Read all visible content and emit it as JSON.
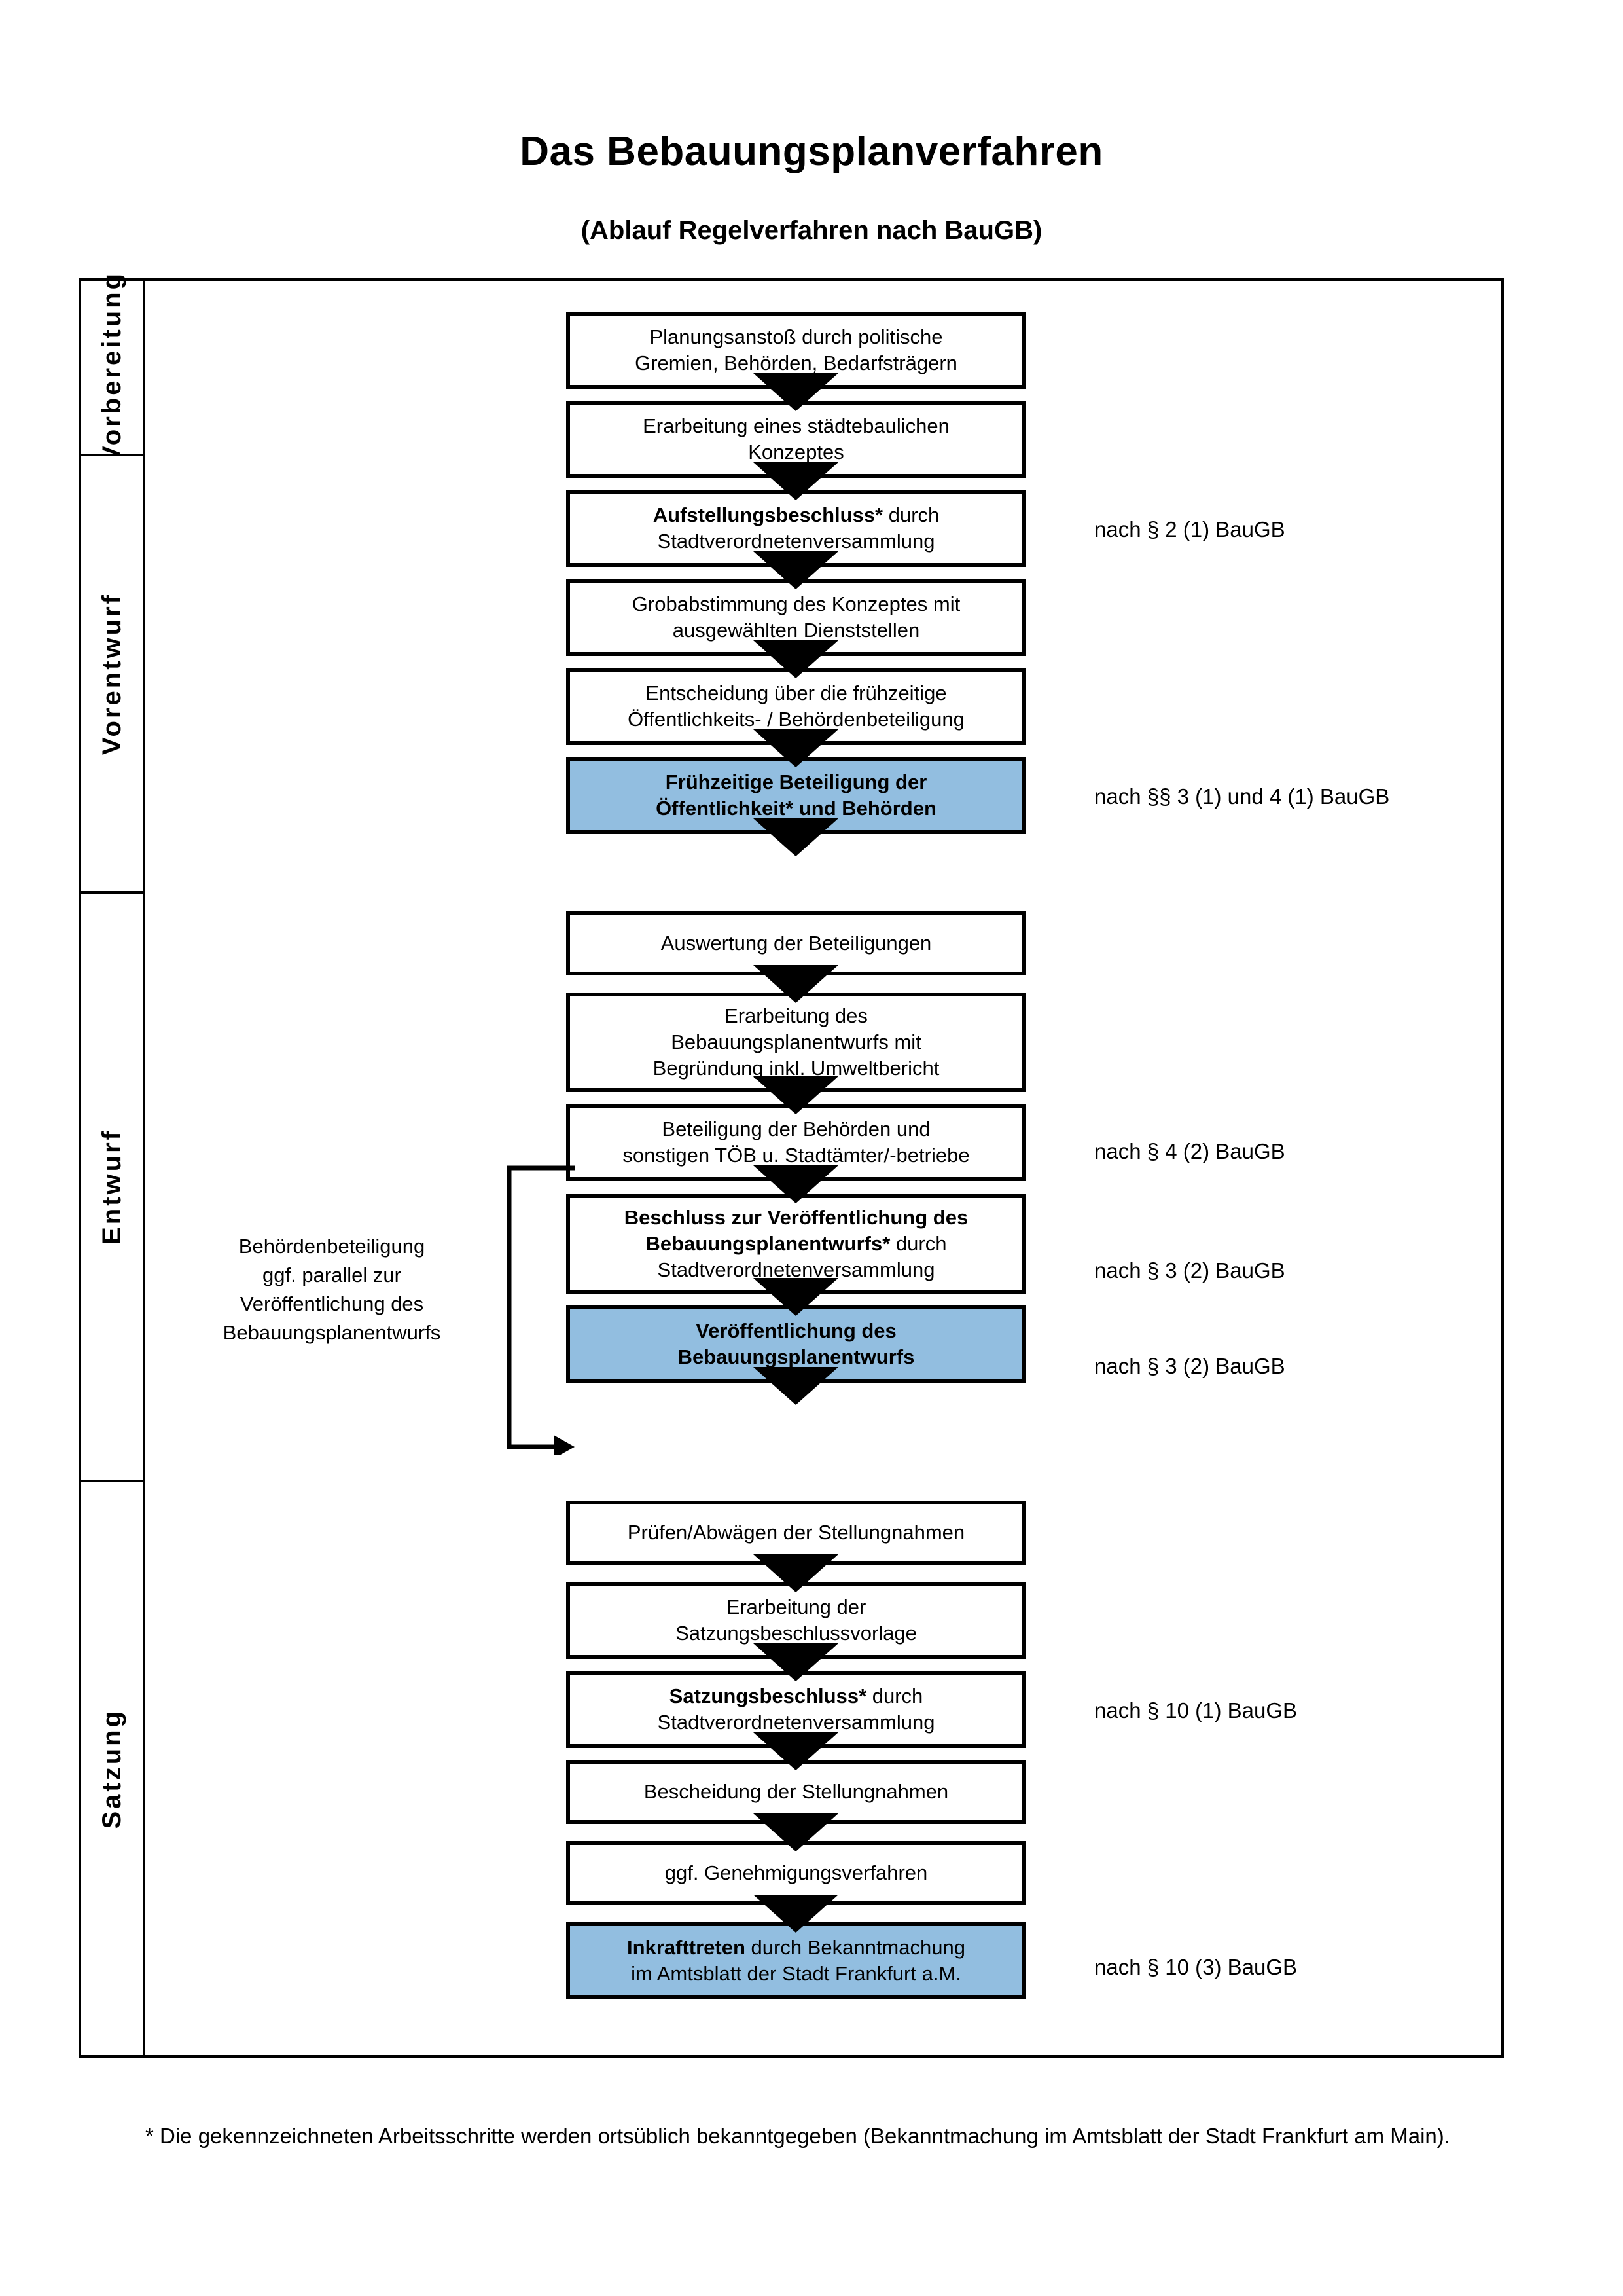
{
  "document": {
    "title": "Das Bebauungsplanverfahren",
    "subtitle": "(Ablauf Regelverfahren nach BauGB)",
    "footnote": "* Die gekennzeichneten Arbeitsschritte werden ortsüblich bekanntgegeben (Bekanntmachung im Amtsblatt  der Stadt Frankfurt am Main)."
  },
  "colors": {
    "highlight_blue": "#92bee0",
    "band_vorbereitung": "#f2f2f2",
    "band_vorentwurf": "#e6e6e6",
    "band_entwurf": "#d9d9d9",
    "band_satzung": "#bfbfbf",
    "stroke": "#000000"
  },
  "phases": [
    {
      "id": "vorbereitung",
      "label": "Vorbereitung"
    },
    {
      "id": "vorentwurf",
      "label": "Vorentwurf"
    },
    {
      "id": "entwurf",
      "label": "Entwurf"
    },
    {
      "id": "satzung",
      "label": "Satzung"
    }
  ],
  "steps": [
    {
      "id": "planungsanstoss",
      "phase": "vorbereitung",
      "bold": false,
      "highlight": false,
      "line1": "Planungsanstoß durch politische",
      "line2": "Gremien, Behörden, Bedarfsträgern"
    },
    {
      "id": "staedtebauliches-konzept",
      "phase": "vorbereitung",
      "bold": false,
      "highlight": false,
      "line1": "Erarbeitung eines städtebaulichen",
      "line2": "Konzeptes"
    },
    {
      "id": "aufstellungsbeschluss",
      "phase": "vorbereitung",
      "bold": "partial",
      "highlight": false,
      "strong": "Aufstellungsbeschluss*",
      "rest": " durch",
      "line2": "Stadtverordnetenversammlung"
    },
    {
      "id": "grobabstimmung",
      "phase": "vorentwurf",
      "bold": false,
      "highlight": false,
      "line1": "Grobabstimmung des Konzeptes mit",
      "line2": "ausgewählten Dienststellen"
    },
    {
      "id": "entscheidung-fruehzeitig",
      "phase": "vorentwurf",
      "bold": false,
      "highlight": false,
      "line1": "Entscheidung über die frühzeitige",
      "line2": "Öffentlichkeits- / Behördenbeteiligung"
    },
    {
      "id": "fruehzeitige-beteiligung",
      "phase": "vorentwurf",
      "bold": true,
      "highlight": true,
      "line1": "Frühzeitige Beteiligung der",
      "line2": "Öffentlichkeit* und Behörden"
    },
    {
      "id": "auswertung-beteiligungen",
      "phase": "entwurf",
      "bold": false,
      "highlight": false,
      "line1": "Auswertung der Beteiligungen",
      "line2": ""
    },
    {
      "id": "erarbeitung-entwurf",
      "phase": "entwurf",
      "bold": false,
      "highlight": false,
      "line1": "Erarbeitung des",
      "line2": "Bebauungsplanentwurfs mit",
      "line3": "Begründung inkl. Umweltbericht"
    },
    {
      "id": "beteiligung-behoerden",
      "phase": "entwurf",
      "bold": false,
      "highlight": false,
      "line1": "Beteiligung der Behörden und",
      "line2": "sonstigen TÖB u. Stadtämter/-betriebe"
    },
    {
      "id": "beschluss-veroeffentlichung",
      "phase": "entwurf",
      "bold": "partial",
      "highlight": false,
      "strong": "Beschluss zur Veröffentlichung des Bebauungsplanentwurfs*",
      "rest": " durch",
      "line2": "Stadtverordnetenversammlung"
    },
    {
      "id": "veroeffentlichung-entwurf",
      "phase": "entwurf",
      "bold": true,
      "highlight": true,
      "line1": "Veröffentlichung des",
      "line2": "Bebauungsplanentwurfs"
    },
    {
      "id": "pruefen-abwaegen",
      "phase": "satzung",
      "bold": false,
      "highlight": false,
      "line1": "Prüfen/Abwägen der Stellungnahmen",
      "line2": ""
    },
    {
      "id": "satzungsbeschlussvorlage",
      "phase": "satzung",
      "bold": false,
      "highlight": false,
      "line1": "Erarbeitung der",
      "line2": "Satzungsbeschlussvorlage"
    },
    {
      "id": "satzungsbeschluss",
      "phase": "satzung",
      "bold": "partial",
      "highlight": false,
      "strong": "Satzungsbeschluss*",
      "rest": " durch",
      "line2": "Stadtverordnetenversammlung"
    },
    {
      "id": "bescheidung-stellungnahmen",
      "phase": "satzung",
      "bold": false,
      "highlight": false,
      "line1": "Bescheidung der Stellungnahmen",
      "line2": ""
    },
    {
      "id": "genehmigungsverfahren",
      "phase": "satzung",
      "bold": false,
      "highlight": false,
      "line1": "ggf. Genehmigungsverfahren",
      "line2": ""
    },
    {
      "id": "inkrafttreten",
      "phase": "satzung",
      "bold": "partial",
      "highlight": true,
      "strong": "Inkrafttreten",
      "rest": " durch Bekanntmachung",
      "line2": "im Amtsblatt der Stadt Frankfurt a.M."
    }
  ],
  "legal_refs": [
    {
      "id": "ref-par2-1",
      "for_step": "aufstellungsbeschluss",
      "text": "nach § 2 (1) BauGB"
    },
    {
      "id": "ref-par3-1-4-1",
      "for_step": "fruehzeitige-beteiligung",
      "text": "nach §§ 3 (1) und 4 (1) BauGB"
    },
    {
      "id": "ref-par4-2",
      "for_step": "beteiligung-behoerden",
      "text": "nach § 4 (2) BauGB"
    },
    {
      "id": "ref-par3-2-a",
      "for_step": "beschluss-veroeffentlichung",
      "text": "nach § 3 (2) BauGB"
    },
    {
      "id": "ref-par3-2-b",
      "for_step": "veroeffentlichung-entwurf",
      "text": "nach § 3 (2) BauGB"
    },
    {
      "id": "ref-par10-1",
      "for_step": "satzungsbeschluss",
      "text": "nach § 10 (1) BauGB"
    },
    {
      "id": "ref-par10-3",
      "for_step": "inkrafttreten",
      "text": "nach § 10 (3) BauGB"
    }
  ],
  "annotation": {
    "id": "parallel-note",
    "line1": "Behördenbeteiligung",
    "line2": "ggf. parallel zur",
    "line3": "Veröffentlichung des",
    "line4": "Bebauungsplanentwurfs"
  }
}
